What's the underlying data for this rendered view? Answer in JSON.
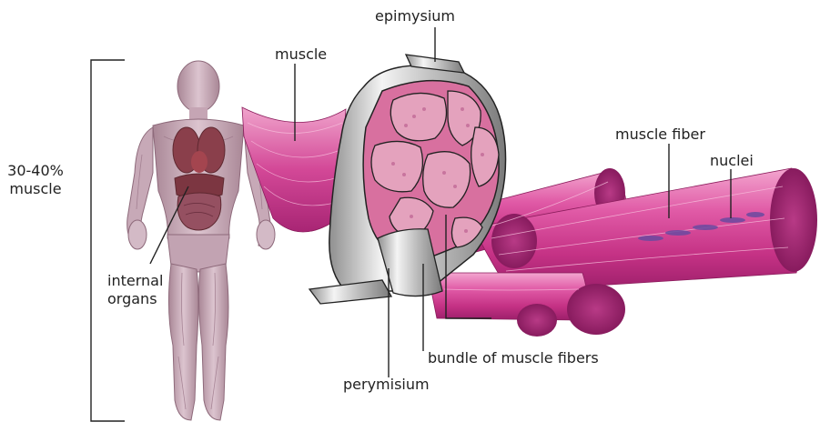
{
  "labels": {
    "proportion": "30-40%\nmuscle",
    "internal_organs": "internal\norgans",
    "muscle": "muscle",
    "epimysium": "epimysium",
    "muscle_fiber": "muscle fiber",
    "nuclei": "nuclei",
    "bundle": "bundle of muscle fibers",
    "perymisium": "perymisium"
  },
  "colors": {
    "skin": "#c8a9b6",
    "organ": "#7a3b45",
    "muscle_pink": "#d6479a",
    "muscle_dark": "#9c1f6a",
    "muscle_light": "#ef8cc2",
    "fascicle_fill": "#e4a2bd",
    "epimysium_gray": "#c9c9c9",
    "nucleus_purple": "#6a4aa0",
    "leader_line": "#222222"
  }
}
